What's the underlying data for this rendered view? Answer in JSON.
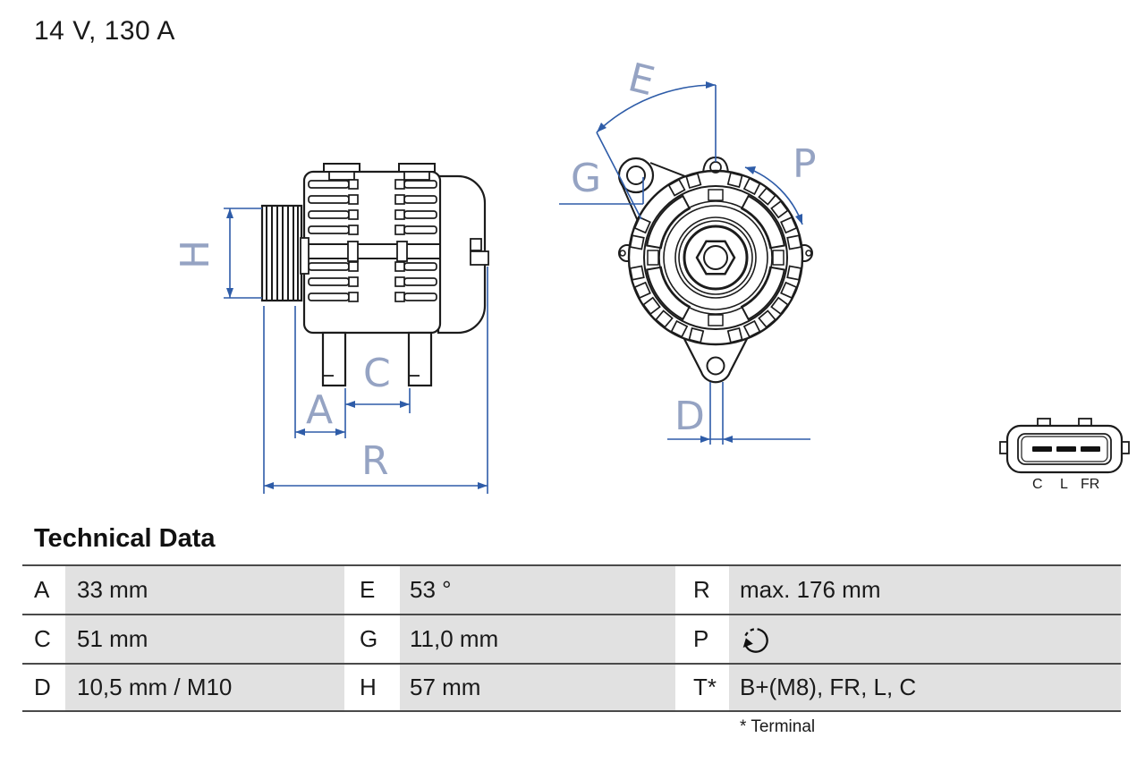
{
  "header": {
    "rating": "14 V, 130 A"
  },
  "section": {
    "title": "Technical Data",
    "footnote": "* Terminal"
  },
  "table": {
    "rows": [
      {
        "c1": {
          "label": "A",
          "value": "33 mm"
        },
        "c2": {
          "label": "E",
          "value": "53 °"
        },
        "c3": {
          "label": "R",
          "value": "max. 176 mm"
        }
      },
      {
        "c1": {
          "label": "C",
          "value": "51 mm"
        },
        "c2": {
          "label": "G",
          "value": "11,0 mm"
        },
        "c3": {
          "label": "P",
          "value": "",
          "icon": "rotation-direction-icon"
        }
      },
      {
        "c1": {
          "label": "D",
          "value": "10,5 mm / M10"
        },
        "c2": {
          "label": "H",
          "value": "57 mm"
        },
        "c3": {
          "label": "T*",
          "value": "B+(M8), FR, L, C"
        }
      }
    ]
  },
  "diagram": {
    "side_view": {
      "dims": {
        "H": "H",
        "A": "A",
        "C": "C",
        "R": "R"
      }
    },
    "front_view": {
      "dims": {
        "E": "E",
        "G": "G",
        "P": "P",
        "D": "D"
      }
    },
    "connector": {
      "pins": [
        "C",
        "L",
        "FR"
      ]
    }
  },
  "colors": {
    "dimension_line": "#2e5ca8",
    "dimension_label": "#95a3c3",
    "table_cell_bg": "#e1e1e1",
    "drawing_line": "#1c1c1c"
  }
}
